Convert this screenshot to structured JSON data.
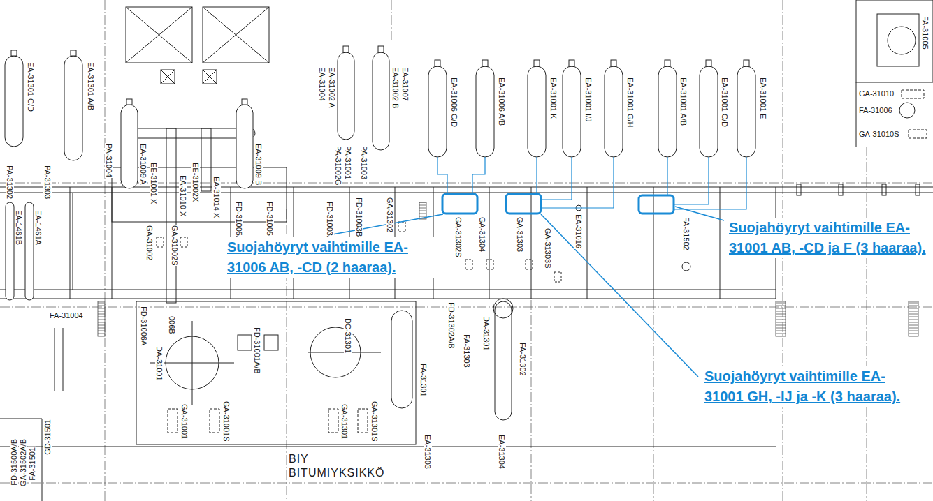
{
  "diagram": {
    "labels": [
      "EA-31301 C/D",
      "EA-31301 A/B",
      "PA-31004",
      "PA-31303",
      "PA-31302",
      "EA-31009 A",
      "EE-31001 X",
      "EA-31010 X",
      "GA-31002",
      "GA-31002S",
      "EE-31002X",
      "EA-31014 X",
      "EA-31009 B",
      "EA-31002 A",
      "EA-31004",
      "PA-31002G",
      "PA-31001",
      "PA-31003",
      "EA-31002 B",
      "EA-31007",
      "EA-31006 C/D",
      "EA-31006 A/B",
      "EA-31001 K",
      "EA-31001 I/J",
      "EA-31001 G/H",
      "EA-31001 A/B",
      "EA-31001 C/D",
      "EA-31001 E",
      "FA-31005",
      "GA-31010",
      "FA-31006",
      "GA-31010S",
      "EA-1461B",
      "EA-1461A",
      "FD-31005A",
      "FD-31005B",
      "FD-31003A",
      "FD-31003B",
      "GA-31302",
      "GA-31302S",
      "GA-31304",
      "GA-31303",
      "GA-31303S",
      "EA-31016",
      "FA-31502",
      "FA-31004",
      "FD-31006A",
      "006B",
      "FD-31001A/B",
      "DA-31001",
      "DC-31301",
      "FD-31302A/B",
      "FA-31303",
      "DA-31301",
      "FA-31302",
      "FA-31301",
      "GA-31001",
      "GA-31001S",
      "GA-31301",
      "GA-31301S",
      "EA-31303",
      "EA-31304",
      "GD-31501",
      "FD-31500A/B",
      "GA-31502A/B",
      "FA-31501",
      "BIY",
      "BITUMIYKSIKKÖ",
      "Suojahöyryt vaihtimille EA-31006 AB, -CD (2 haaraa).",
      "Suojahöyryt vaihtimille EA-31001 AB, -CD ja F (3 haaraa).",
      "Suojahöyryt vaihtimille EA-31001 GH, -IJ ja -K (3 haaraa)."
    ]
  }
}
